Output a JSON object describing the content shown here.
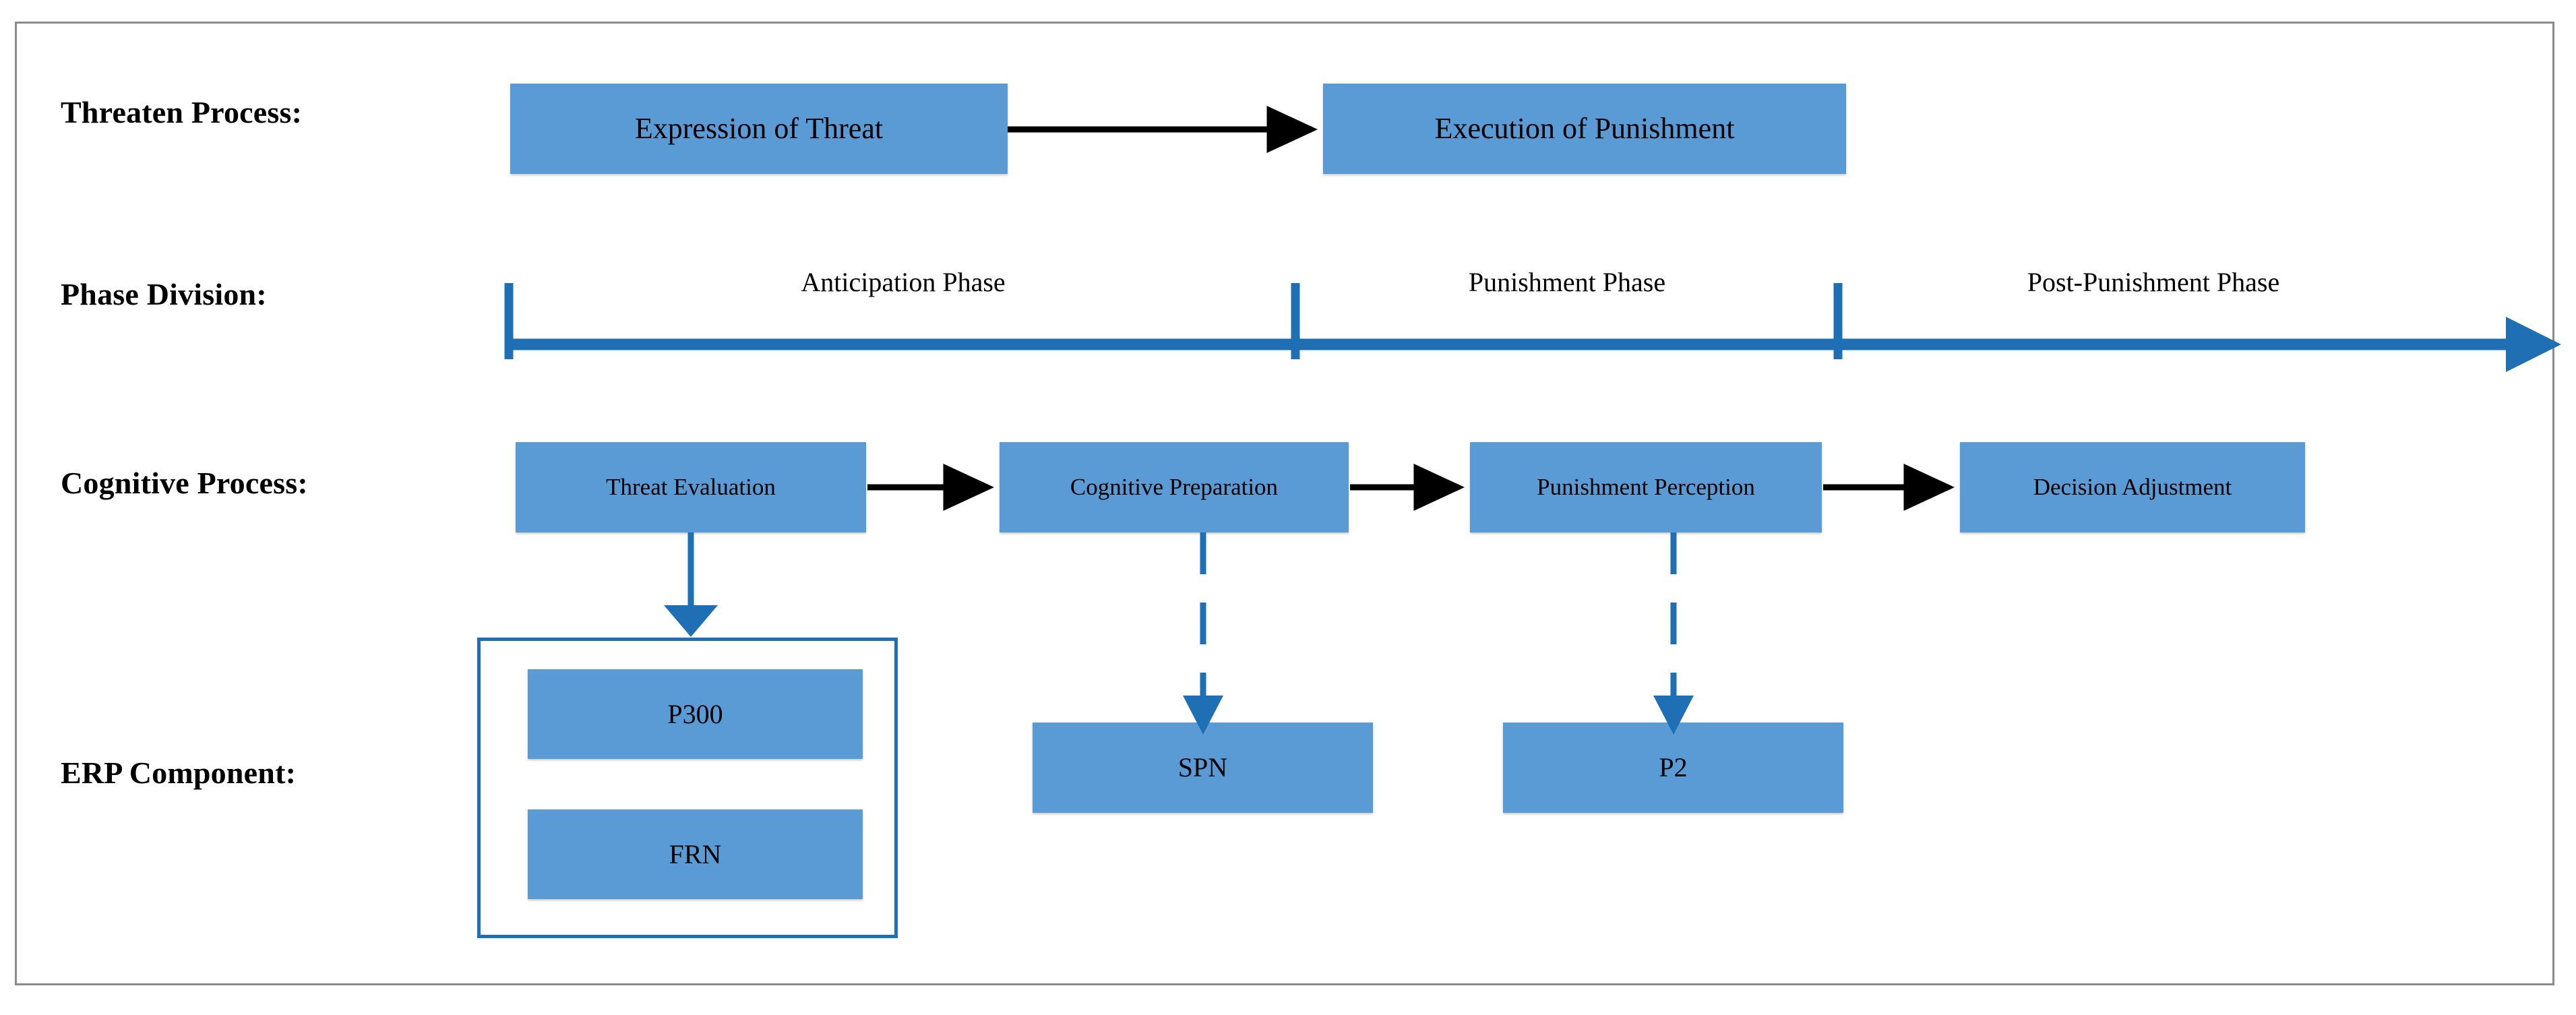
{
  "figure": {
    "type": "flow-diagram",
    "accent_blue": "#5B9BD5",
    "line_blue": "#1F6FB4",
    "arrow_black": "#000000",
    "frame_gray": "#8a8a8a"
  },
  "rows": [
    {
      "id": "threaten-process",
      "label": "Threaten Process:"
    },
    {
      "id": "phase-division",
      "label": "Phase Division:"
    },
    {
      "id": "cognitive-process",
      "label": "Cognitive Process:"
    },
    {
      "id": "erp-component",
      "label": "ERP Component:"
    }
  ],
  "threaten_process": {
    "nodes": [
      {
        "id": "expression-of-threat",
        "label": "Expression of Threat"
      },
      {
        "id": "execution-of-punishment",
        "label": "Execution of Punishment"
      }
    ]
  },
  "phase_division": {
    "phases": [
      {
        "id": "anticipation-phase",
        "label": "Anticipation Phase"
      },
      {
        "id": "punishment-phase",
        "label": "Punishment Phase"
      },
      {
        "id": "post-punishment-phase",
        "label": "Post-Punishment Phase"
      }
    ],
    "axis": {
      "direction": "right",
      "ticks": 3
    }
  },
  "cognitive_process": {
    "nodes": [
      {
        "id": "threat-evaluation",
        "label": "Threat Evaluation"
      },
      {
        "id": "cognitive-preparation",
        "label": "Cognitive Preparation"
      },
      {
        "id": "punishment-perception",
        "label": "Punishment Perception"
      },
      {
        "id": "decision-adjustment",
        "label": "Decision Adjustment"
      }
    ]
  },
  "erp_component": {
    "group": {
      "id": "anticipation-erp-group",
      "nodes": [
        {
          "id": "p300",
          "label": "P300"
        },
        {
          "id": "frn",
          "label": "FRN"
        }
      ]
    },
    "nodes": [
      {
        "id": "spn",
        "label": "SPN"
      },
      {
        "id": "p2",
        "label": "P2"
      }
    ]
  }
}
